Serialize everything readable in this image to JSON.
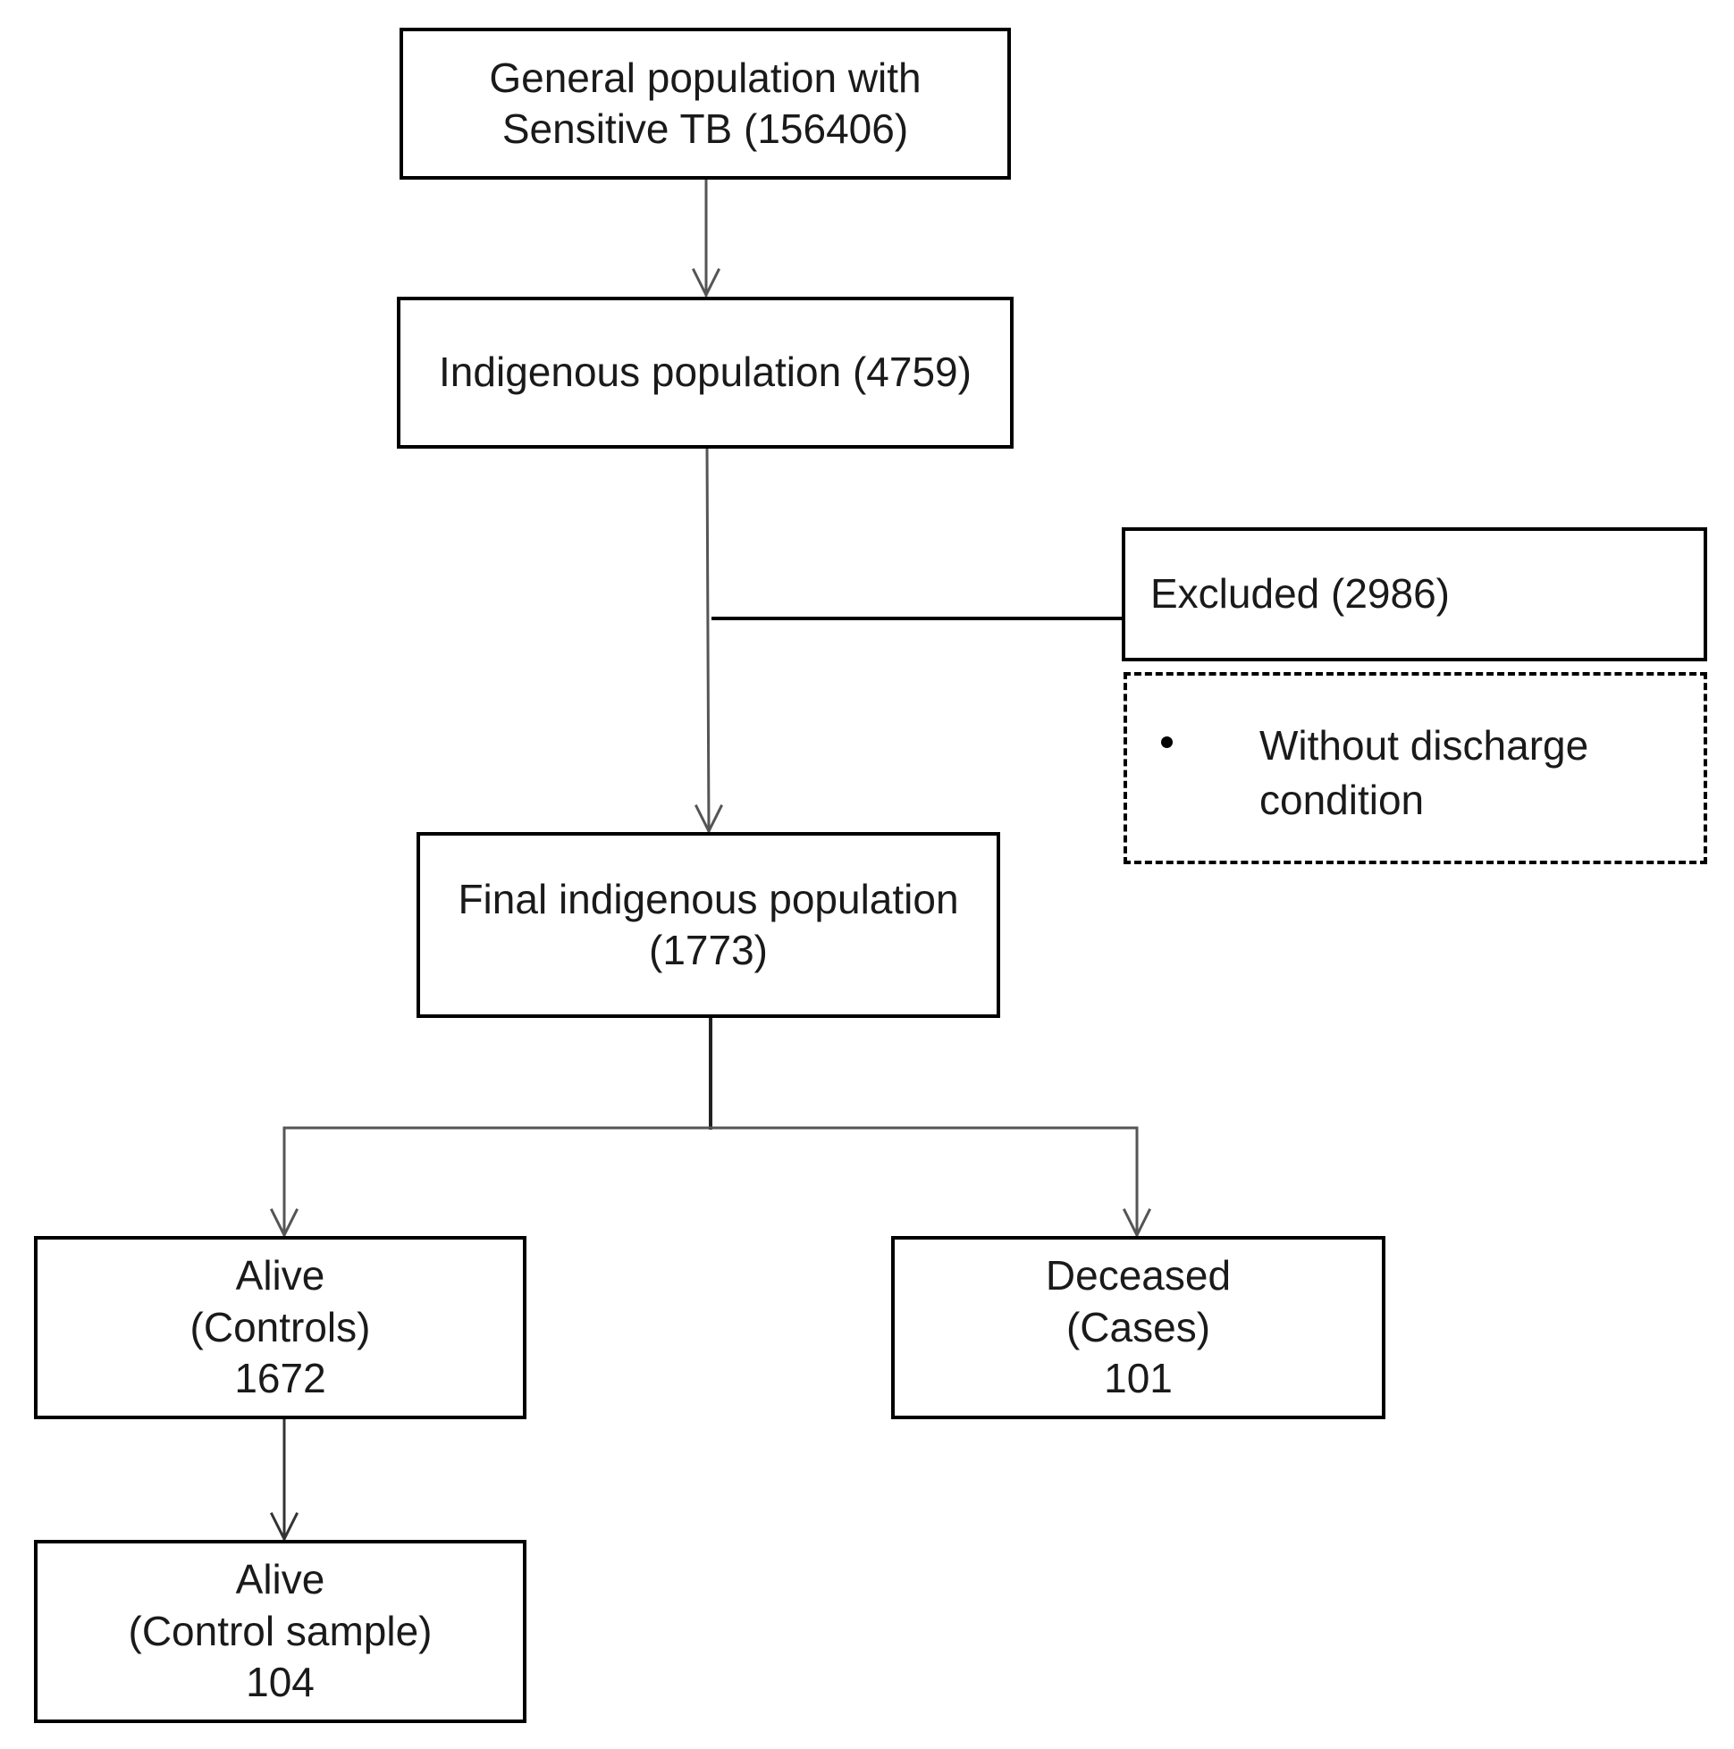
{
  "nodes": {
    "general": {
      "lines": [
        "General population with",
        "Sensitive TB (156406)"
      ]
    },
    "indigenous": {
      "lines": [
        "Indigenous population (4759)"
      ]
    },
    "excluded": {
      "lines": [
        "Excluded (2986)"
      ]
    },
    "exclusion_reasons": {
      "items": [
        {
          "lines": [
            "Without discharge",
            "condition"
          ]
        }
      ]
    },
    "final": {
      "lines": [
        "Final indigenous population",
        "(1773)"
      ]
    },
    "alive_controls": {
      "lines": [
        "Alive",
        "(Controls)",
        "1672"
      ]
    },
    "deceased_cases": {
      "lines": [
        "Deceased",
        "(Cases)",
        "101"
      ]
    },
    "alive_sample": {
      "lines": [
        "Alive",
        "(Control sample)",
        "104"
      ]
    }
  }
}
